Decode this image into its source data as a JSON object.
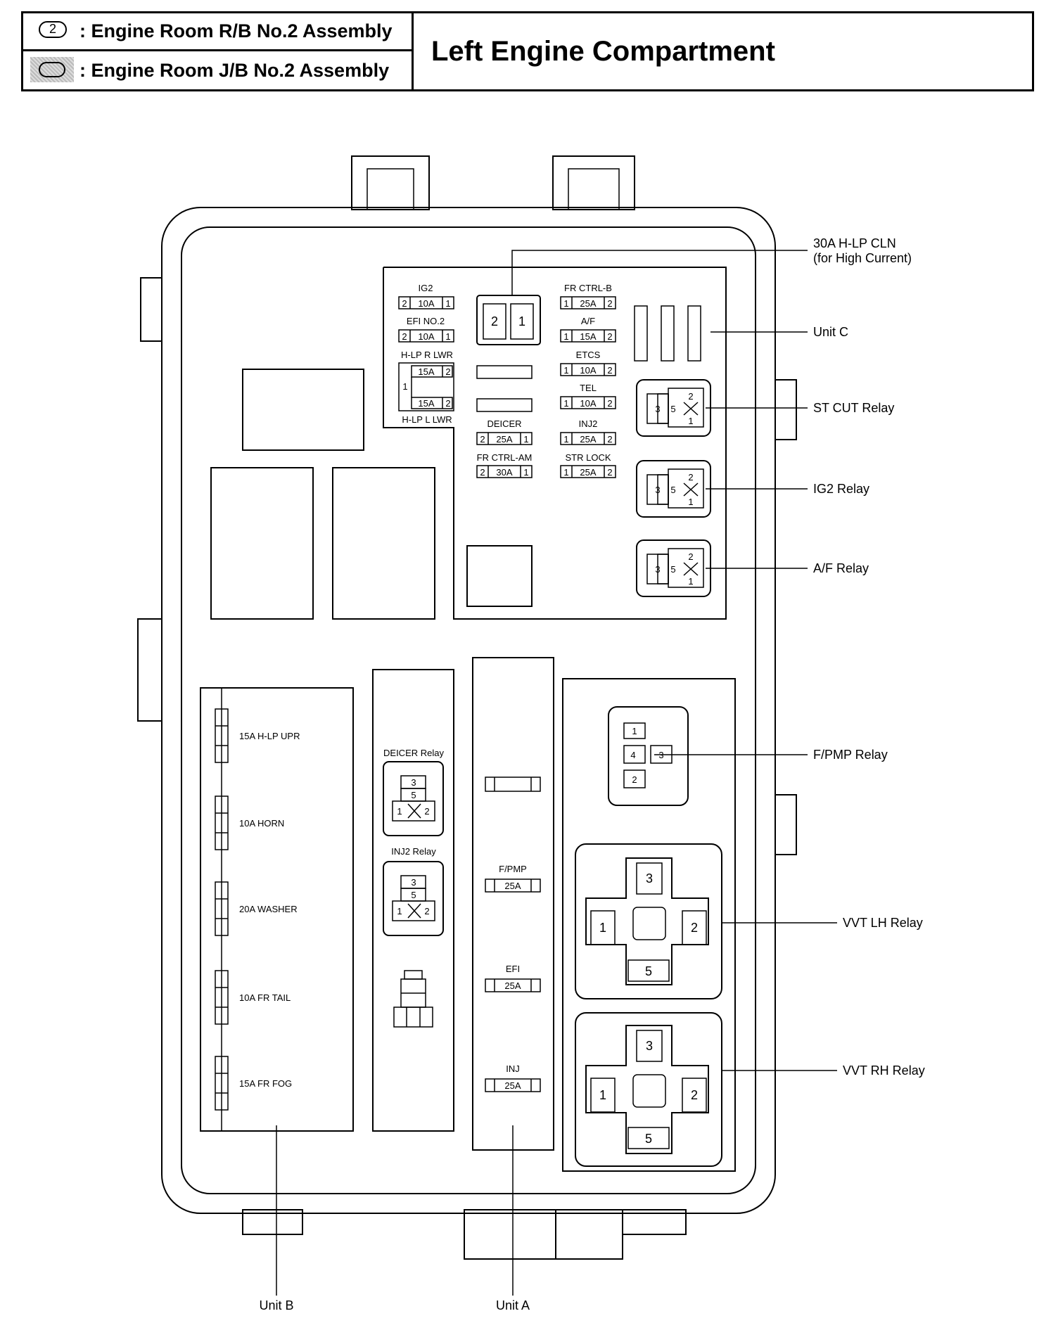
{
  "header": {
    "legend": [
      {
        "symbol_text": "2",
        "label": ": Engine Room R/B No.2 Assembly"
      },
      {
        "symbol_text": "",
        "label": ": Engine Room J/B No.2 Assembly"
      }
    ],
    "title": "Left Engine Compartment"
  },
  "callouts": {
    "hlp_cln_line1": "30A H-LP CLN",
    "hlp_cln_line2": "(for High Current)",
    "unit_c": "Unit C",
    "st_cut_relay": "ST CUT Relay",
    "ig2_relay": "IG2 Relay",
    "af_relay": "A/F Relay",
    "fpmp_relay": "F/PMP Relay",
    "vvt_lh_relay": "VVT LH Relay",
    "vvt_rh_relay": "VVT RH Relay",
    "unit_b": "Unit B",
    "unit_a": "Unit A"
  },
  "fuses_top": {
    "ig2": {
      "name": "IG2",
      "p1": "2",
      "amp": "10A",
      "p2": "1"
    },
    "efi_no2": {
      "name": "EFI NO.2",
      "p1": "2",
      "amp": "10A",
      "p2": "1"
    },
    "hlp_r_lwr": {
      "name": "H-LP R LWR",
      "amp": "15A",
      "p2": "2"
    },
    "hlp_l_lwr": {
      "name": "H-LP L LWR",
      "amp": "15A",
      "p2": "2",
      "common": "1"
    },
    "deicer": {
      "name": "DEICER",
      "p1": "2",
      "amp": "25A",
      "p2": "1"
    },
    "fr_ctrl_am": {
      "name": "FR CTRL-AM",
      "p1": "2",
      "amp": "30A",
      "p2": "1"
    },
    "fr_ctrl_b": {
      "name": "FR CTRL-B",
      "p1": "1",
      "amp": "25A",
      "p2": "2"
    },
    "af": {
      "name": "A/F",
      "p1": "1",
      "amp": "15A",
      "p2": "2"
    },
    "etcs": {
      "name": "ETCS",
      "p1": "1",
      "amp": "10A",
      "p2": "2"
    },
    "tel": {
      "name": "TEL",
      "p1": "1",
      "amp": "10A",
      "p2": "2"
    },
    "inj2": {
      "name": "INJ2",
      "p1": "1",
      "amp": "25A",
      "p2": "2"
    },
    "str_lock": {
      "name": "STR LOCK",
      "p1": "1",
      "amp": "25A",
      "p2": "2"
    },
    "hlp_cln_pins": [
      "2",
      "1"
    ]
  },
  "unit_b_fuses": [
    "15A H-LP UPR",
    "10A HORN",
    "20A WASHER",
    "10A FR TAIL",
    "15A FR FOG"
  ],
  "unit_a_fuses": [
    {
      "name": "F/PMP",
      "amp": "25A"
    },
    {
      "name": "EFI",
      "amp": "25A"
    },
    {
      "name": "INJ",
      "amp": "25A"
    }
  ],
  "relays_small": {
    "deicer": {
      "name": "DEICER Relay",
      "pins": [
        "3",
        "5",
        "1",
        "2"
      ]
    },
    "inj2": {
      "name": "INJ2 Relay",
      "pins": [
        "3",
        "5",
        "1",
        "2"
      ]
    }
  },
  "relays_side": {
    "pins": [
      "3",
      "5",
      "2",
      "1"
    ]
  },
  "fpmp_pins": [
    "1",
    "4",
    "3",
    "2"
  ],
  "vvt_pins": [
    "3",
    "1",
    "2",
    "5"
  ]
}
